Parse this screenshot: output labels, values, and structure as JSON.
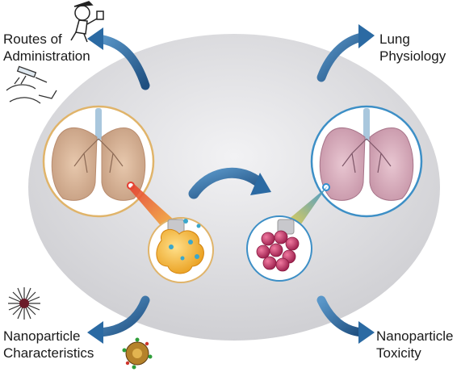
{
  "labels": {
    "routes": [
      "Routes of",
      "Administration"
    ],
    "lung": [
      "Lung",
      "Physiology"
    ],
    "characteristics": [
      "Nanoparticle",
      "Characteristics"
    ],
    "toxicity": [
      "Nanoparticle",
      "Toxicity"
    ]
  },
  "colors": {
    "ellipse": "#d9d9dc",
    "arrow": "#2b6aa3",
    "healthy_ring": "#e0b46a",
    "toxic_ring": "#3d8fc6",
    "alveoli_particle": "#f5b827",
    "alveoli_cells": "#c23a6a"
  },
  "icons": {
    "routes": "cartoon-figure-with-inhaler-icon",
    "injection": "syringe-hand-icon",
    "characteristics_particle": "spiky-nanoparticle-icon",
    "characteristics_particle_small": "coated-nanoparticle-icon"
  }
}
